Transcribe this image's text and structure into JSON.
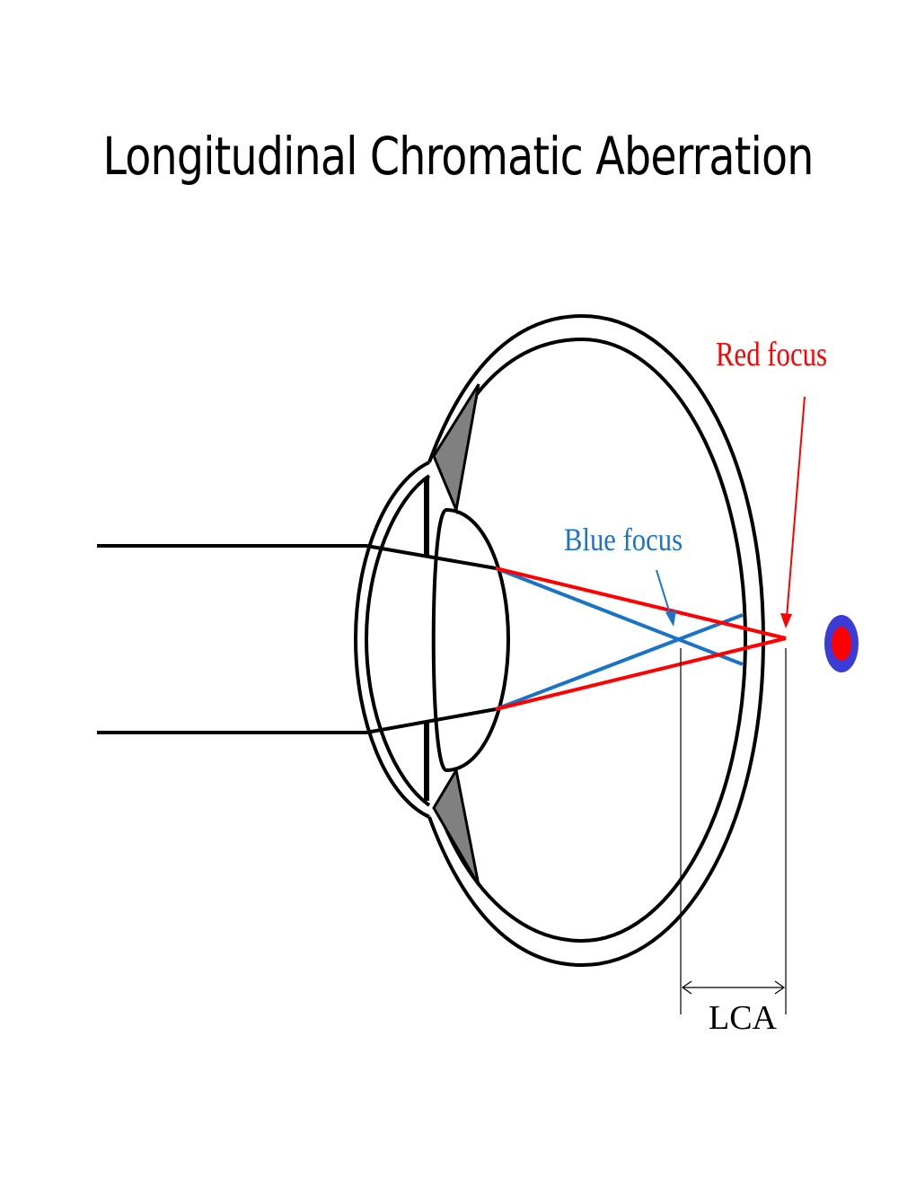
{
  "title": "Longitudinal Chromatic Aberration",
  "labels": {
    "red_focus": "Red focus",
    "blue_focus": "Blue focus",
    "lca": "LCA"
  },
  "colors": {
    "red": "#ff0000",
    "blue": "#1a73c8",
    "outline": "#000000",
    "iris": "#808080",
    "target_outer": "#3b3bd6",
    "target_inner": "#ff0000"
  }
}
